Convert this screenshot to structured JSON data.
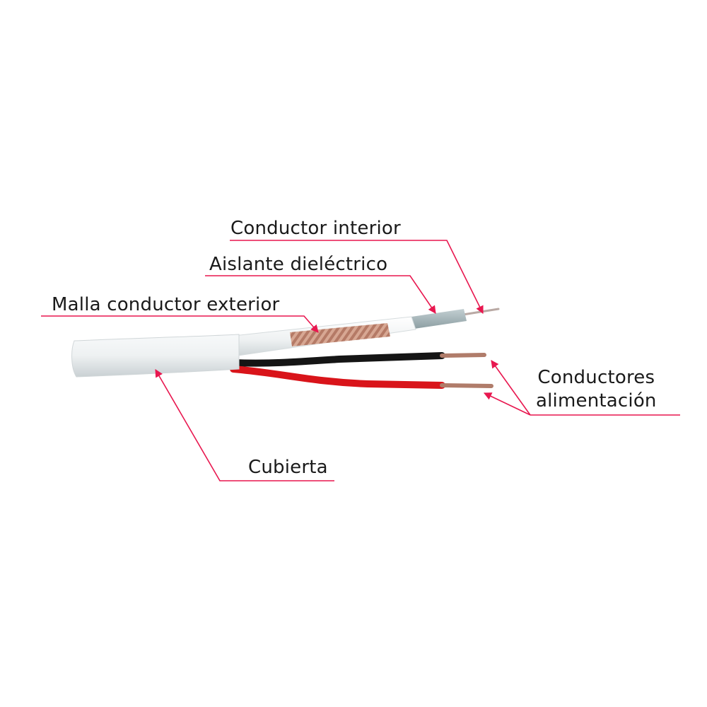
{
  "labels": {
    "conductor_interior": "Conductor interior",
    "aislante_dielectrico": "Aislante dieléctrico",
    "malla_conductor_exterior": "Malla conductor exterior",
    "conductores_line1": "Conductores",
    "conductores_line2": "alimentación",
    "cubierta": "Cubierta"
  },
  "colors": {
    "leader": "#e8174f",
    "jacket": "#eef1f2",
    "braid": "#c98f78",
    "dielectric": "#9fb0b4",
    "wire_black": "#151515",
    "wire_red": "#d9141a",
    "copper": "#b07c6a"
  }
}
